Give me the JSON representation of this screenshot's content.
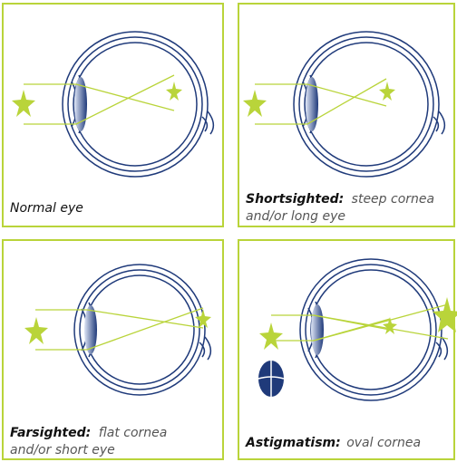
{
  "colors": {
    "frame": "#b9d43a",
    "eye_outline": "#1f3a7a",
    "star": "#b9d43a",
    "ray": "#b9d43a",
    "lens_dark": "#1f3a7a",
    "lens_light": "#dfe6f6"
  },
  "panels": [
    {
      "caption_body": "Normal eye"
    },
    {
      "caption_bold": "Shortsighted:",
      "caption_body": "steep cornea",
      "caption_line2": "and/or long eye"
    },
    {
      "caption_bold": "Farsighted:",
      "caption_body": "flat cornea",
      "caption_line2": "and/or short eye"
    },
    {
      "caption_bold": "Astigmatism:",
      "caption_body": "oval cornea"
    }
  ],
  "icons": {
    "eye": "eye-cross-section-icon",
    "star": "star-icon",
    "lens": "lens-icon",
    "oval_cornea": "oval-cornea-icon"
  }
}
